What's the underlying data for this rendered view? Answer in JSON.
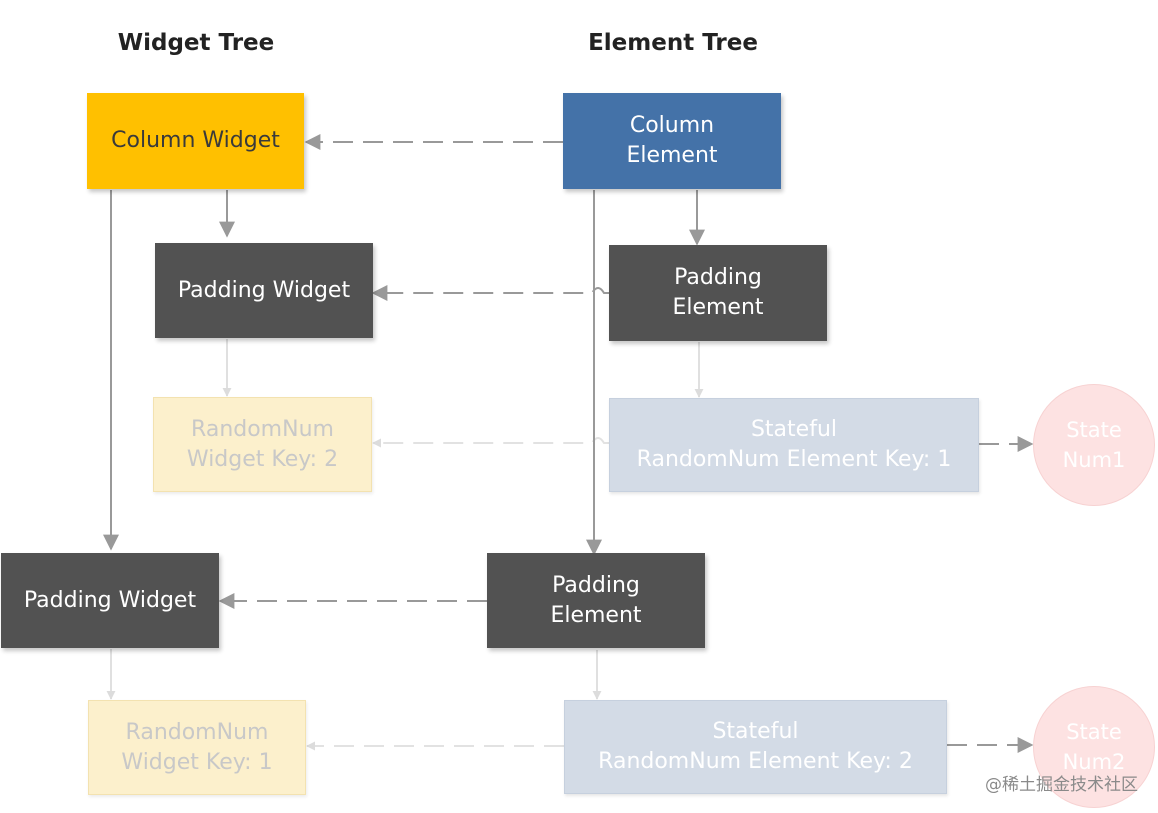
{
  "titles": {
    "widget_tree": "Widget Tree",
    "element_tree": "Element Tree"
  },
  "colors": {
    "column_widget": "#FFC000",
    "column_element": "#4472A8",
    "padding": "#525252",
    "random_widget_faded": "#FCF0CC",
    "stateful_element_faded": "#D3DBE6",
    "state_circle_faded": "#FDE2E2",
    "arrow": "#9a9a9a",
    "arrow_faded": "#dddddd"
  },
  "nodes": {
    "column_widget": "Column Widget",
    "column_element": "Column\nElement",
    "padding_widget_1": "Padding Widget",
    "padding_element_1": "Padding\nElement",
    "random_widget_1": "RandomNum\nWidget Key: 2",
    "stateful_element_1": "Stateful\nRandomNum Element Key: 1",
    "state_1": "State\nNum1",
    "padding_widget_2": "Padding Widget",
    "padding_element_2": "Padding\nElement",
    "random_widget_2": "RandomNum\nWidget Key: 1",
    "stateful_element_2": "Stateful\nRandomNum Element Key: 2",
    "state_2": "State\nNum2"
  },
  "watermark": "@稀土掘金技术社区"
}
